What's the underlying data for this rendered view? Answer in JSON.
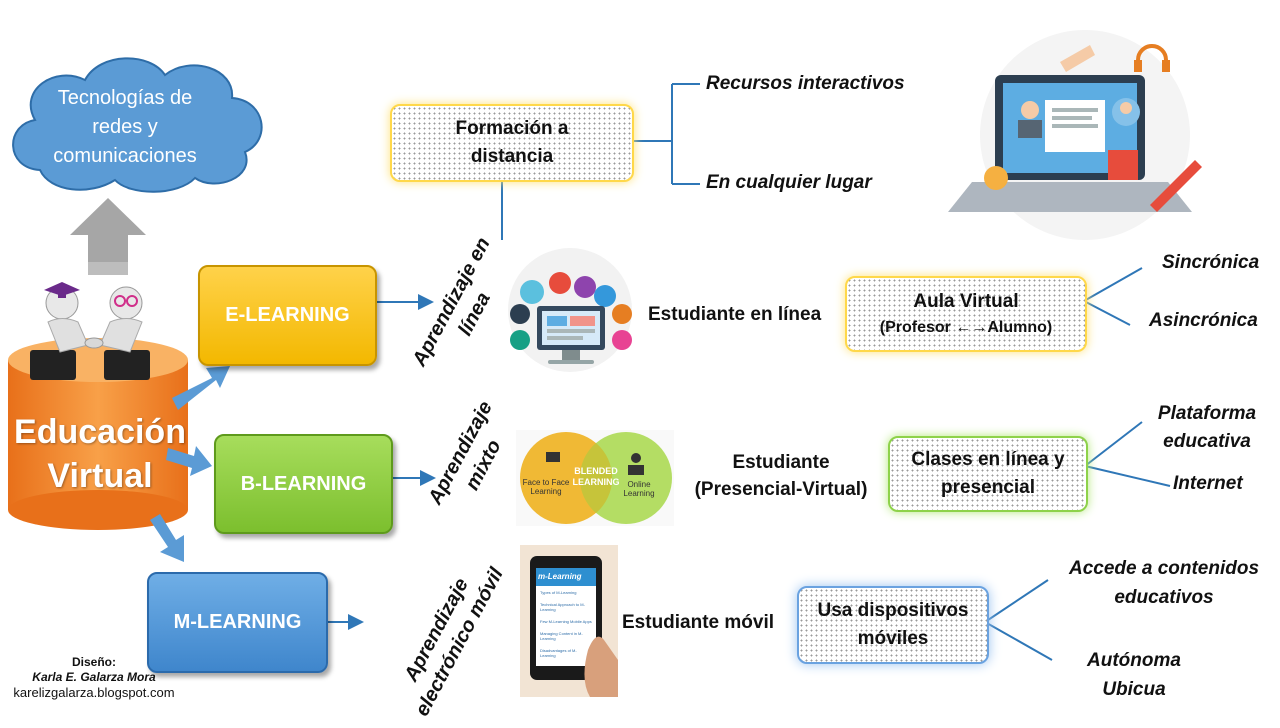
{
  "cloud": {
    "lines": [
      "Tecnologías de",
      "redes y",
      "comunicaciones"
    ]
  },
  "center": {
    "lines": [
      "Educación",
      "Virtual"
    ]
  },
  "modes": [
    {
      "label": "E-LEARNING",
      "color": "#f5bd00"
    },
    {
      "label": "B-LEARNING",
      "color": "#86c83a"
    },
    {
      "label": "M-LEARNING",
      "color": "#4a90d6"
    }
  ],
  "rotated": [
    {
      "lines": [
        "Aprendizaje en",
        "línea"
      ]
    },
    {
      "lines": [
        "Aprendizaje",
        "mixto"
      ]
    },
    {
      "lines": [
        "Aprendizaje",
        "electrónico móvil"
      ]
    }
  ],
  "formacion": {
    "lines": [
      "Formación a",
      "distancia"
    ],
    "branches": [
      "Recursos interactivos",
      "En cualquier lugar"
    ]
  },
  "students": [
    "Estudiante en línea",
    "Estudiante",
    "(Presencial-Virtual)",
    "Estudiante móvil"
  ],
  "aula": {
    "title": "Aula Virtual",
    "subtitle": "(Profesor ←→Alumno)",
    "branches": [
      "Sincrónica",
      "Asincrónica"
    ]
  },
  "clases": {
    "lines": [
      "Clases en línea y",
      "presencial"
    ],
    "branches": [
      [
        "Plataforma",
        "educativa"
      ],
      [
        "Internet"
      ]
    ]
  },
  "usa": {
    "lines": [
      "Usa dispositivos",
      "móviles"
    ],
    "branches": [
      [
        "Accede a contenidos",
        "educativos"
      ],
      [
        "Autónoma",
        "Ubicua"
      ]
    ]
  },
  "blended": {
    "left": [
      "Face to Face",
      "Learning"
    ],
    "center": [
      "BLENDED",
      "LEARNING"
    ],
    "right": [
      "Online",
      "Learning"
    ]
  },
  "phone": {
    "title": "m-Learning",
    "items": [
      "Types of M-Learning",
      "Technical Approach to M-Learning",
      "Few M-Learning Mobile Apps",
      "Managing Content in M-Learning",
      "Disadvantages of M-Learning"
    ]
  },
  "credit": {
    "lines": [
      "Diseño:",
      "Karla E. Galarza Mora",
      "karelizgalarza.blogspot.com"
    ]
  },
  "colors": {
    "yellow": "#ffd84a",
    "green": "#8ed24a",
    "blue": "#6aa2e0",
    "connector": "#2f77b7",
    "arrow": "#5b9bd5",
    "orange": "#f0862a"
  }
}
